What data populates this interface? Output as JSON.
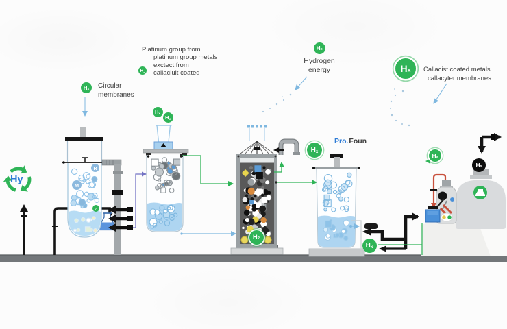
{
  "diagram": {
    "labels": {
      "platinum_note": {
        "lines": [
          "Platinum group from",
          "platinum group metals",
          "exctect from",
          "callaciuit coated"
        ]
      },
      "circular_membranes": {
        "lines": [
          "Circular",
          "membranes"
        ]
      },
      "hydrogen_energy": {
        "lines": [
          "Hydrogen",
          "energy"
        ]
      },
      "callacist_note": {
        "lines": [
          "Callacist coated metals",
          "callacyter membranes"
        ]
      },
      "pro_foun": {
        "prefix": "Pro.",
        "suffix": "Foun"
      },
      "recycle_text": "Hy"
    },
    "badges": {
      "hx": {
        "main": "H",
        "sub": "x"
      },
      "h2": {
        "main": "H",
        "sub": "2"
      }
    },
    "glyphs": {
      "bubble_letter_1": "R",
      "bubble_letter_2": "M",
      "check": "✓"
    },
    "colors": {
      "green": "#2fb457",
      "blue_text": "#2e7cd6",
      "light_blue": "#7fb8e0",
      "dark_text": "#3f3f3f",
      "ground": "#73777a",
      "purple": "#7373c4",
      "red": "#c8503c"
    }
  }
}
